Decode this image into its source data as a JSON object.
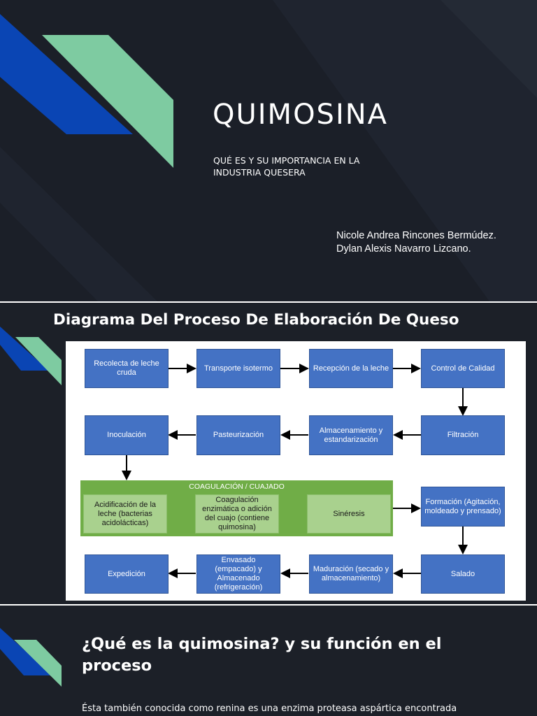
{
  "slides": [
    {
      "title": "QUIMOSINA",
      "subtitle": "QUÉ ES Y SU IMPORTANCIA EN LA INDUSTRIA QUESERA",
      "authors": [
        "Nicole Andrea Rincones Bermúdez.",
        "Dylan Alexis Navarro Lizcano."
      ]
    },
    {
      "title": "Diagrama Del Proceso De Elaboración De Queso",
      "diagram": {
        "row1": [
          "Recolecta de leche cruda",
          "Transporte isotermo",
          "Recepción de la leche",
          "Control de Calidad"
        ],
        "row2": [
          "Inoculación",
          "Pasteurización",
          "Almacenamiento y estandarización",
          "Filtración"
        ],
        "coag_title": "COAGULACIÓN / CUAJADO",
        "coag_steps": [
          "Acidificación de la leche (bacterias acidolácticas)",
          "Coagulación enzimática o adición del cuajo (contiene quimosina)",
          "Sinéresis"
        ],
        "formation": "Formación (Agitación, moldeado y prensado)",
        "row4": [
          "Expedición",
          "Envasado (empacado) y Almacenado (refrigeración)",
          "Maduración (secado y almacenamiento)",
          "Salado"
        ]
      }
    },
    {
      "title": "¿Qué es la quimosina? y su función en el proceso",
      "body": "Ésta también conocida como renina es una enzima proteasa aspártica encontrada"
    }
  ],
  "colors": {
    "background": "#1b1f28",
    "deco_blue": "#0a45b4",
    "deco_green": "#7ecba1",
    "box_blue": "#4472c4",
    "coag_green": "#70ad47",
    "coag_step": "#a9d18e",
    "arrow_yellow": "#ffc000"
  }
}
